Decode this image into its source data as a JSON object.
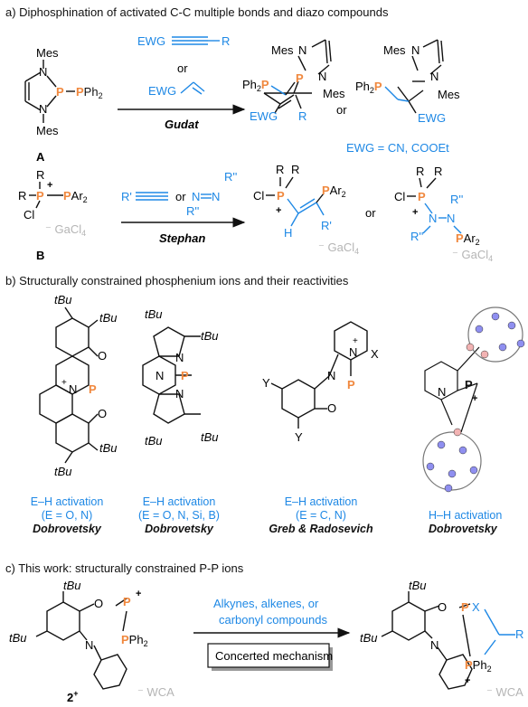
{
  "sections": {
    "a": "a) Diphosphination of activated C-C multiple bonds and diazo compounds",
    "b": "b) Structurally constrained phosphenium ions and their reactivities",
    "c": "c) This work: structurally constrained P-P ions"
  },
  "part_a": {
    "reagent_alkyne": "EWG",
    "reagent_r": "R",
    "or": "or",
    "reagent_alkene": "EWG",
    "author_gudat": "Gudat",
    "ewg_def": "EWG = CN, COOEt",
    "label_a": "A",
    "mes": "Mes",
    "pph2": "PPh",
    "ph2": "Ph",
    "author_stephan": "Stephan",
    "label_b": "B",
    "gacl4": "GaCl",
    "rprime": "R'",
    "rdouble": "R''",
    "arr": "PAr",
    "cl": "Cl",
    "h": "H"
  },
  "part_b": {
    "tbu": "tBu",
    "cap1": [
      "E–H activation",
      "(E = O, N)",
      "Dobrovetsky"
    ],
    "cap2": [
      "E–H activation",
      "(E = O, N, Si, B)",
      "Dobrovetsky"
    ],
    "cap3": [
      "E–H activation",
      "(E = C, N)",
      "Greb & Radosevich"
    ],
    "cap4": [
      "H–H activation",
      "Dobrovetsky"
    ],
    "y": "Y",
    "x": "X"
  },
  "part_c": {
    "arrow_text": [
      "Alkynes, alkenes, or",
      "carbonyl compounds"
    ],
    "box_text": "Concerted mechanism",
    "label_2": "2",
    "wca": "WCA",
    "x": "X",
    "r": "R"
  },
  "colors": {
    "blue": "#1e88e5",
    "orange": "#f0883e",
    "grey": "#b5b5b5",
    "purple": "#8f8ff0",
    "pink": "#f2b3b3"
  }
}
